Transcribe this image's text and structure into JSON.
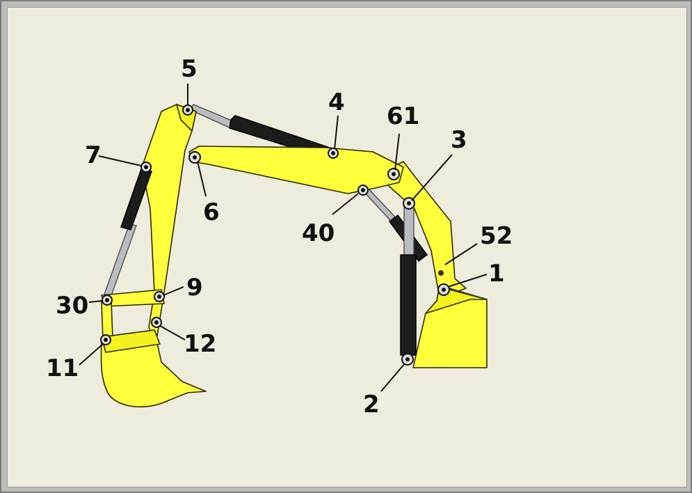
{
  "labels": {
    "l1": "1",
    "l2": "2",
    "l3": "3",
    "l4": "4",
    "l5": "5",
    "l6": "6",
    "l7": "7",
    "l9": "9",
    "l11": "11",
    "l12": "12",
    "l30": "30",
    "l40": "40",
    "l52": "52",
    "l61": "61"
  },
  "colors": {
    "arm_yellow": "#ffff3c",
    "cylinder_barrel": "#1c1c1c",
    "rod_steel": "#b9bcc0",
    "background": "#eeecdc"
  }
}
